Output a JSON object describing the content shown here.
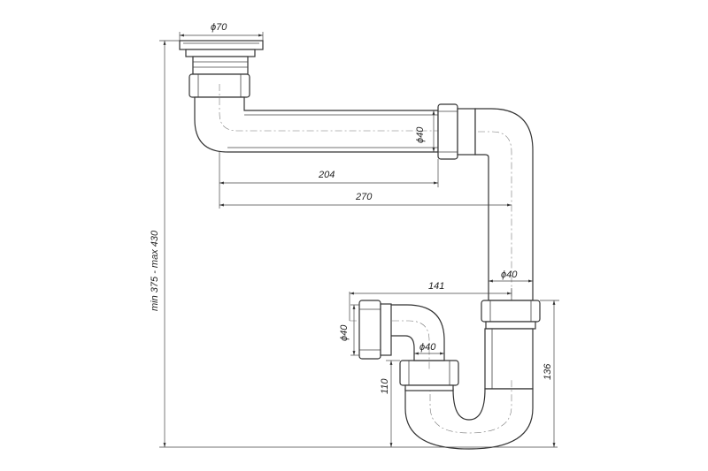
{
  "dimensions": {
    "top_flange_dia": "ϕ70",
    "horizontal_pipe_dia": "ϕ40",
    "length_204": "204",
    "length_270": "270",
    "total_height": "min 375 - max 430",
    "outlet_offset": "141",
    "vertical_pipe_dia": "ϕ40",
    "outlet_dia": "ϕ40",
    "inner_branch_dia": "ϕ40",
    "outlet_height": "110",
    "trap_height": "136"
  }
}
